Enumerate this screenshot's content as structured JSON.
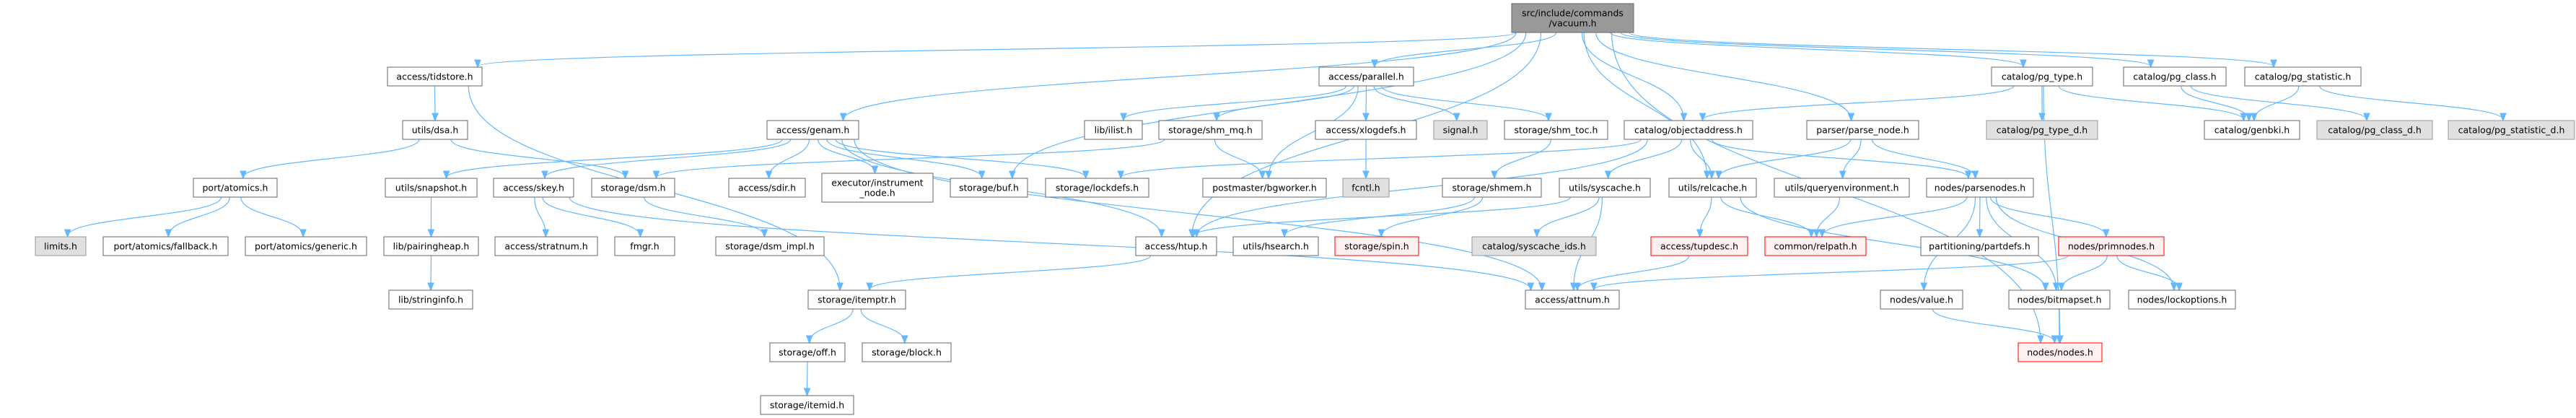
{
  "diagram": {
    "title": "src/include/commands/vacuum.h",
    "colors": {
      "edge": "#63b8ff",
      "root_fill": "#999999",
      "external_fill": "#e0e0e0",
      "truncated_fill": "#fff0f0",
      "truncated_border": "#ff0000"
    },
    "nodes": [
      {
        "id": "root",
        "label": "src/include/commands\n/vacuum.h",
        "kind": "root"
      },
      {
        "id": "tidstore",
        "label": "access/tidstore.h",
        "kind": "normal"
      },
      {
        "id": "parallel",
        "label": "access/parallel.h",
        "kind": "normal"
      },
      {
        "id": "pg_type",
        "label": "catalog/pg_type.h",
        "kind": "normal"
      },
      {
        "id": "pg_class",
        "label": "catalog/pg_class.h",
        "kind": "normal"
      },
      {
        "id": "pg_statistic",
        "label": "catalog/pg_statistic.h",
        "kind": "normal"
      },
      {
        "id": "dsa",
        "label": "utils/dsa.h",
        "kind": "normal"
      },
      {
        "id": "genam",
        "label": "access/genam.h",
        "kind": "normal"
      },
      {
        "id": "ilist",
        "label": "lib/ilist.h",
        "kind": "normal"
      },
      {
        "id": "shm_mq",
        "label": "storage/shm_mq.h",
        "kind": "normal"
      },
      {
        "id": "xlogdefs",
        "label": "access/xlogdefs.h",
        "kind": "normal"
      },
      {
        "id": "signal",
        "label": "signal.h",
        "kind": "external"
      },
      {
        "id": "shm_toc",
        "label": "storage/shm_toc.h",
        "kind": "normal"
      },
      {
        "id": "objectaddress",
        "label": "catalog/objectaddress.h",
        "kind": "normal"
      },
      {
        "id": "parse_node",
        "label": "parser/parse_node.h",
        "kind": "normal"
      },
      {
        "id": "pg_type_d",
        "label": "catalog/pg_type_d.h",
        "kind": "external"
      },
      {
        "id": "genbki",
        "label": "catalog/genbki.h",
        "kind": "normal"
      },
      {
        "id": "pg_class_d",
        "label": "catalog/pg_class_d.h",
        "kind": "external"
      },
      {
        "id": "pg_statistic_d",
        "label": "catalog/pg_statistic_d.h",
        "kind": "external"
      },
      {
        "id": "atomics",
        "label": "port/atomics.h",
        "kind": "normal"
      },
      {
        "id": "snapshot",
        "label": "utils/snapshot.h",
        "kind": "normal"
      },
      {
        "id": "skey",
        "label": "access/skey.h",
        "kind": "normal"
      },
      {
        "id": "dsm",
        "label": "storage/dsm.h",
        "kind": "normal"
      },
      {
        "id": "sdir",
        "label": "access/sdir.h",
        "kind": "normal"
      },
      {
        "id": "instrument",
        "label": "executor/instrument\n_node.h",
        "kind": "normal"
      },
      {
        "id": "buf",
        "label": "storage/buf.h",
        "kind": "normal"
      },
      {
        "id": "lockdefs",
        "label": "storage/lockdefs.h",
        "kind": "normal"
      },
      {
        "id": "bgworker",
        "label": "postmaster/bgworker.h",
        "kind": "normal"
      },
      {
        "id": "fcntl",
        "label": "fcntl.h",
        "kind": "external"
      },
      {
        "id": "shmem",
        "label": "storage/shmem.h",
        "kind": "normal"
      },
      {
        "id": "syscache",
        "label": "utils/syscache.h",
        "kind": "normal"
      },
      {
        "id": "relcache",
        "label": "utils/relcache.h",
        "kind": "normal"
      },
      {
        "id": "queryenv",
        "label": "utils/queryenvironment.h",
        "kind": "normal"
      },
      {
        "id": "parsenodes",
        "label": "nodes/parsenodes.h",
        "kind": "normal"
      },
      {
        "id": "limits",
        "label": "limits.h",
        "kind": "external"
      },
      {
        "id": "fallback",
        "label": "port/atomics/fallback.h",
        "kind": "normal"
      },
      {
        "id": "generic",
        "label": "port/atomics/generic.h",
        "kind": "normal"
      },
      {
        "id": "pairingheap",
        "label": "lib/pairingheap.h",
        "kind": "normal"
      },
      {
        "id": "stratnum",
        "label": "access/stratnum.h",
        "kind": "normal"
      },
      {
        "id": "fmgr",
        "label": "fmgr.h",
        "kind": "normal"
      },
      {
        "id": "dsm_impl",
        "label": "storage/dsm_impl.h",
        "kind": "normal"
      },
      {
        "id": "htup",
        "label": "access/htup.h",
        "kind": "normal"
      },
      {
        "id": "hsearch",
        "label": "utils/hsearch.h",
        "kind": "normal"
      },
      {
        "id": "spin",
        "label": "storage/spin.h",
        "kind": "truncated"
      },
      {
        "id": "syscache_ids",
        "label": "catalog/syscache_ids.h",
        "kind": "external"
      },
      {
        "id": "tupdesc",
        "label": "access/tupdesc.h",
        "kind": "truncated"
      },
      {
        "id": "relpath",
        "label": "common/relpath.h",
        "kind": "truncated"
      },
      {
        "id": "partdefs",
        "label": "partitioning/partdefs.h",
        "kind": "normal"
      },
      {
        "id": "primnodes",
        "label": "nodes/primnodes.h",
        "kind": "truncated"
      },
      {
        "id": "stringinfo",
        "label": "lib/stringinfo.h",
        "kind": "normal"
      },
      {
        "id": "itemptr",
        "label": "storage/itemptr.h",
        "kind": "normal"
      },
      {
        "id": "attnum",
        "label": "access/attnum.h",
        "kind": "normal"
      },
      {
        "id": "value",
        "label": "nodes/value.h",
        "kind": "normal"
      },
      {
        "id": "bitmapset",
        "label": "nodes/bitmapset.h",
        "kind": "normal"
      },
      {
        "id": "lockoptions",
        "label": "nodes/lockoptions.h",
        "kind": "normal"
      },
      {
        "id": "off",
        "label": "storage/off.h",
        "kind": "normal"
      },
      {
        "id": "block",
        "label": "storage/block.h",
        "kind": "normal"
      },
      {
        "id": "nodes",
        "label": "nodes/nodes.h",
        "kind": "truncated"
      },
      {
        "id": "itemid",
        "label": "storage/itemid.h",
        "kind": "normal"
      }
    ],
    "edges": [
      [
        "root",
        "tidstore"
      ],
      [
        "root",
        "parallel"
      ],
      [
        "root",
        "genam"
      ],
      [
        "root",
        "buf"
      ],
      [
        "root",
        "htup"
      ],
      [
        "root",
        "pg_type"
      ],
      [
        "root",
        "pg_class"
      ],
      [
        "root",
        "pg_statistic"
      ],
      [
        "root",
        "relcache"
      ],
      [
        "root",
        "parse_node"
      ],
      [
        "root",
        "objectaddress"
      ],
      [
        "root",
        "nodes"
      ],
      [
        "tidstore",
        "dsa"
      ],
      [
        "tidstore",
        "itemptr"
      ],
      [
        "dsa",
        "atomics"
      ],
      [
        "dsa",
        "dsm"
      ],
      [
        "atomics",
        "limits"
      ],
      [
        "atomics",
        "fallback"
      ],
      [
        "atomics",
        "generic"
      ],
      [
        "genam",
        "snapshot"
      ],
      [
        "genam",
        "skey"
      ],
      [
        "genam",
        "sdir"
      ],
      [
        "genam",
        "instrument"
      ],
      [
        "genam",
        "buf"
      ],
      [
        "genam",
        "lockdefs"
      ],
      [
        "genam",
        "htup"
      ],
      [
        "genam",
        "attnum"
      ],
      [
        "snapshot",
        "pairingheap"
      ],
      [
        "pairingheap",
        "stringinfo"
      ],
      [
        "skey",
        "stratnum"
      ],
      [
        "skey",
        "fmgr"
      ],
      [
        "skey",
        "attnum"
      ],
      [
        "dsm",
        "dsm_impl"
      ],
      [
        "parallel",
        "ilist"
      ],
      [
        "parallel",
        "shm_mq"
      ],
      [
        "parallel",
        "xlogdefs"
      ],
      [
        "parallel",
        "signal"
      ],
      [
        "parallel",
        "shm_toc"
      ],
      [
        "parallel",
        "bgworker"
      ],
      [
        "shm_mq",
        "bgworker"
      ],
      [
        "shm_mq",
        "dsm"
      ],
      [
        "xlogdefs",
        "fcntl"
      ],
      [
        "shm_toc",
        "shmem"
      ],
      [
        "shmem",
        "hsearch"
      ],
      [
        "shmem",
        "spin"
      ],
      [
        "objectaddress",
        "lockdefs"
      ],
      [
        "objectaddress",
        "htup"
      ],
      [
        "objectaddress",
        "syscache"
      ],
      [
        "objectaddress",
        "relcache"
      ],
      [
        "objectaddress",
        "parsenodes"
      ],
      [
        "syscache",
        "htup"
      ],
      [
        "syscache",
        "syscache_ids"
      ],
      [
        "syscache",
        "attnum"
      ],
      [
        "relcache",
        "tupdesc"
      ],
      [
        "relcache",
        "relpath"
      ],
      [
        "relcache",
        "bitmapset"
      ],
      [
        "tupdesc",
        "attnum"
      ],
      [
        "parse_node",
        "relcache"
      ],
      [
        "parse_node",
        "queryenv"
      ],
      [
        "parse_node",
        "parsenodes"
      ],
      [
        "queryenv",
        "relpath"
      ],
      [
        "parsenodes",
        "relpath"
      ],
      [
        "parsenodes",
        "partdefs"
      ],
      [
        "parsenodes",
        "primnodes"
      ],
      [
        "parsenodes",
        "value"
      ],
      [
        "parsenodes",
        "bitmapset"
      ],
      [
        "parsenodes",
        "lockoptions"
      ],
      [
        "primnodes",
        "attnum"
      ],
      [
        "primnodes",
        "bitmapset"
      ],
      [
        "primnodes",
        "lockoptions"
      ],
      [
        "htup",
        "itemptr"
      ],
      [
        "itemptr",
        "off"
      ],
      [
        "itemptr",
        "block"
      ],
      [
        "off",
        "itemid"
      ],
      [
        "value",
        "nodes"
      ],
      [
        "bitmapset",
        "nodes"
      ],
      [
        "pg_type",
        "objectaddress"
      ],
      [
        "pg_type",
        "pg_type_d"
      ],
      [
        "pg_type",
        "genbki"
      ],
      [
        "pg_type",
        "nodes"
      ],
      [
        "pg_class",
        "genbki"
      ],
      [
        "pg_class",
        "pg_class_d"
      ],
      [
        "pg_statistic",
        "genbki"
      ],
      [
        "pg_statistic",
        "pg_statistic_d"
      ]
    ]
  }
}
